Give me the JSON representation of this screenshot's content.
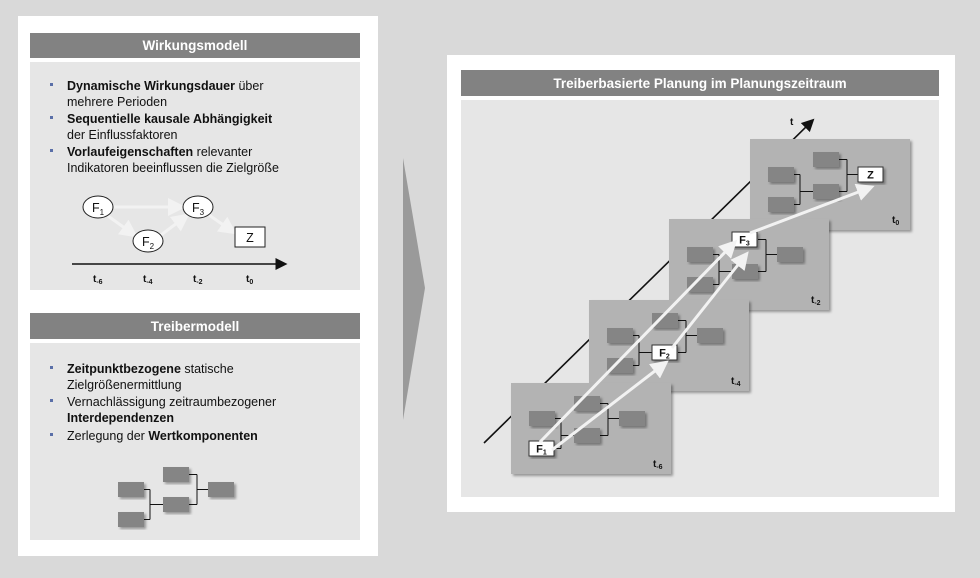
{
  "wirkungsmodell": {
    "title": "Wirkungsmodell",
    "b1_bold": "Dynamische Wirkungsdauer",
    "b1_rest": " über",
    "b1_l2": "mehrere Perioden",
    "b2_bold": "Sequentielle kausale Abhängigkeit",
    "b2_l2": "der Einflussfaktoren",
    "b3_bold": "Vorlaufeigenschaften",
    "b3_rest": " relevanter",
    "b3_l2": "Indikatoren beeinflussen die Zielgröße",
    "nodes": {
      "f1": "F",
      "f1_sub": "1",
      "f2": "F",
      "f2_sub": "2",
      "f3": "F",
      "f3_sub": "3",
      "z": "Z"
    },
    "time_labels": [
      {
        "base": "t",
        "sub": "-6"
      },
      {
        "base": "t",
        "sub": "-4"
      },
      {
        "base": "t",
        "sub": "-2"
      },
      {
        "base": "t",
        "sub": "0"
      }
    ]
  },
  "treibermodell": {
    "title": "Treibermodell",
    "b1_bold": "Zeitpunktbezogene",
    "b1_rest": " statische",
    "b1_l2": "Zielgrößenermittlung",
    "b2_l1": "Vernachlässigung zeitraumbezogener",
    "b2_bold": "Interdependenzen",
    "b3_pre": "Zerlegung der ",
    "b3_bold": "Wertkomponenten"
  },
  "planung": {
    "title": "Treiberbasierte Planung im Planungszeitraum",
    "axis_label": "t",
    "frames": [
      {
        "base": "t",
        "sub": "0",
        "node": "Z",
        "node_sub": ""
      },
      {
        "base": "t",
        "sub": "-2",
        "node": "F",
        "node_sub": "3"
      },
      {
        "base": "t",
        "sub": "-4",
        "node": "F",
        "node_sub": "2"
      },
      {
        "base": "t",
        "sub": "-6",
        "node": "F",
        "node_sub": "1"
      }
    ]
  },
  "colors": {
    "header": "#828282",
    "panel": "#e6e6e6",
    "frame": "#b3b3b3",
    "box": "#858585",
    "bullet": "#5a6fa8"
  }
}
